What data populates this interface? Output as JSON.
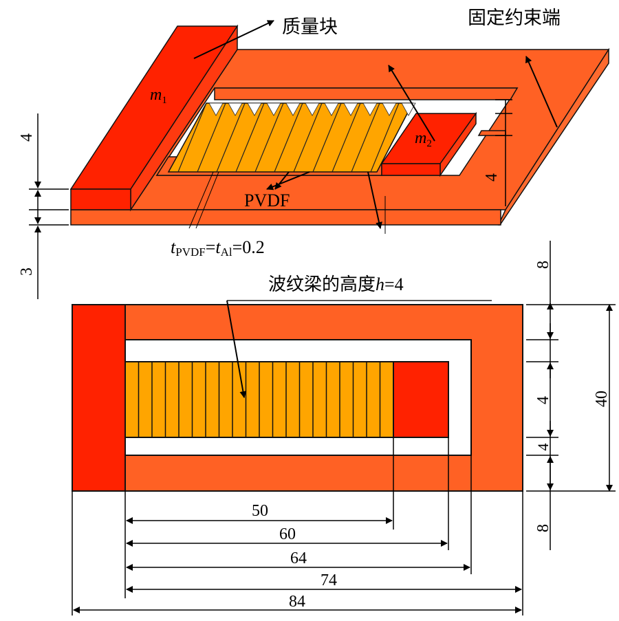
{
  "colors": {
    "frame": "#FF6124",
    "mass": "#FF2200",
    "beam": "#FFA500",
    "outline": "#111111"
  },
  "labels": {
    "mass_block": "质量块",
    "fixed_end": "固定约束端",
    "m1": "m",
    "m1_sub": "1",
    "m2": "m",
    "m2_sub": "2",
    "pvdf": "PVDF",
    "thickness_t1": "t",
    "thickness_sub1": "PVDF",
    "thickness_eq1": "=",
    "thickness_t2": "t",
    "thickness_sub2": "Al",
    "thickness_eq2": "=0.2",
    "beam_height_text": "波纹梁的高度",
    "beam_height_h": "h",
    "beam_height_val": "=4"
  },
  "dimensions": {
    "iso_left_top": "4",
    "iso_left_bottom": "3",
    "iso_right": "4",
    "right_top": "8",
    "right_mid": "4",
    "right_small": "4",
    "right_bottom": "8",
    "total_height": "40",
    "len_50": "50",
    "len_60": "60",
    "len_64": "64",
    "len_74": "74",
    "len_84": "84"
  }
}
